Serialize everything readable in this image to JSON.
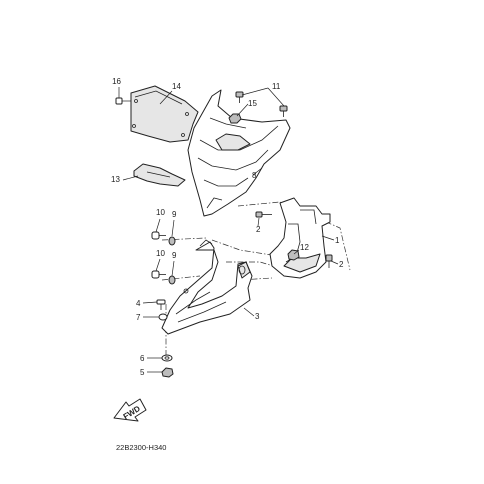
{
  "diagram": {
    "drawing_code": "22B2300-H340",
    "direction_label": "FWD",
    "callouts": [
      {
        "id": "c1",
        "label": "1"
      },
      {
        "id": "c2a",
        "label": "2"
      },
      {
        "id": "c2b",
        "label": "2"
      },
      {
        "id": "c3",
        "label": "3"
      },
      {
        "id": "c4",
        "label": "4"
      },
      {
        "id": "c5",
        "label": "5"
      },
      {
        "id": "c6",
        "label": "6"
      },
      {
        "id": "c7",
        "label": "7"
      },
      {
        "id": "c8",
        "label": "8"
      },
      {
        "id": "c9a",
        "label": "9"
      },
      {
        "id": "c9b",
        "label": "9"
      },
      {
        "id": "c10a",
        "label": "10"
      },
      {
        "id": "c10b",
        "label": "10"
      },
      {
        "id": "c11",
        "label": "11"
      },
      {
        "id": "c12",
        "label": "12"
      },
      {
        "id": "c13",
        "label": "13"
      },
      {
        "id": "c14",
        "label": "14"
      },
      {
        "id": "c15",
        "label": "15"
      },
      {
        "id": "c16",
        "label": "16"
      }
    ]
  }
}
